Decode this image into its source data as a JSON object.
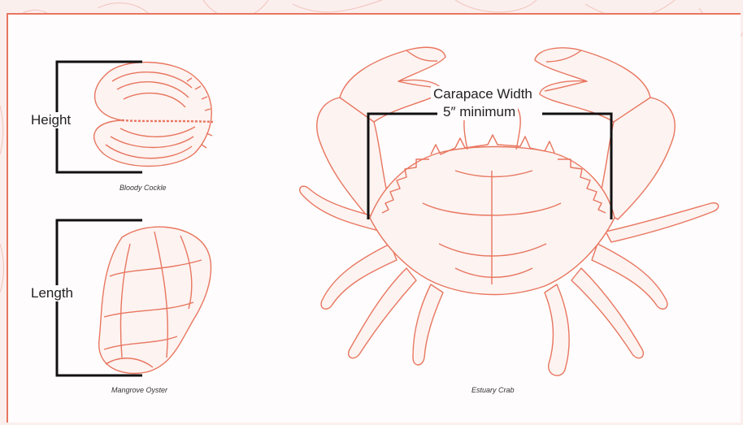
{
  "labels": {
    "cockle_dimension": "Height",
    "oyster_dimension": "Length",
    "crab_dimension": "Carapace Width",
    "crab_minimum": "5″ minimum"
  },
  "captions": {
    "cockle": "Bloody Cockle",
    "oyster": "Mangrove Oyster",
    "crab": "Estuary Crab"
  },
  "colors": {
    "illustration": "#e8765f",
    "background_sketch": "#f6d4cf",
    "measure_lines": "#111111"
  }
}
